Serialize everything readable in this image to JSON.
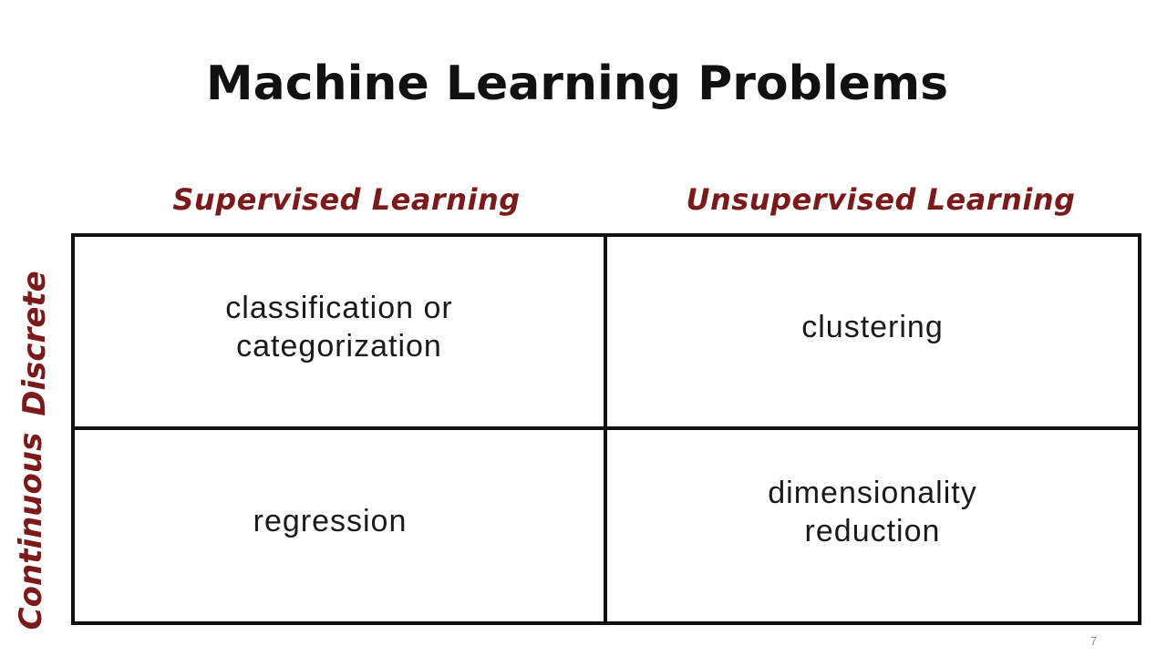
{
  "title": "Machine Learning Problems",
  "colors": {
    "header": "#7a1a1a",
    "grid_lines": "#111111",
    "text": "#1a1a1a"
  },
  "columns": {
    "supervised": "Supervised Learning",
    "unsupervised": "Unsupervised Learning"
  },
  "rows": {
    "discrete": "Discrete",
    "continuous": "Continuous"
  },
  "cells": {
    "discrete_supervised": [
      "classification or",
      "categorization"
    ],
    "discrete_unsupervised": [
      "clustering"
    ],
    "continuous_supervised": [
      "regression"
    ],
    "continuous_unsupervised": [
      "dimensionality",
      "reduction"
    ]
  },
  "page_number": "7"
}
